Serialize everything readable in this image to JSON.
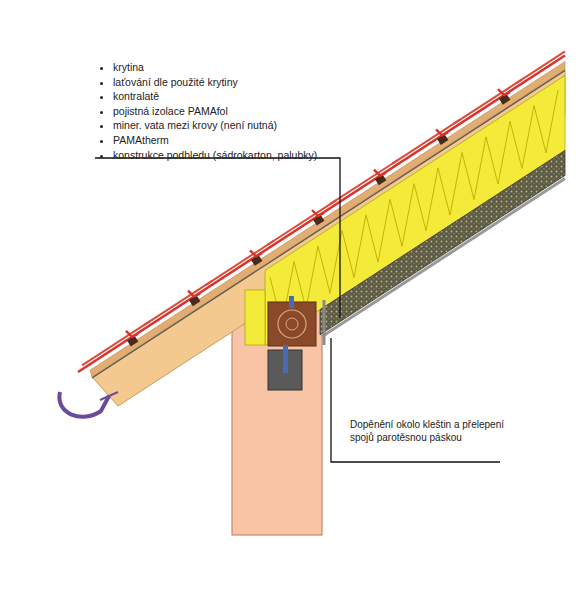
{
  "diagram": {
    "labels": [
      "krytina",
      "laťování dle použité krytiny",
      "kontralatě",
      "pojistná izolace PAMAfol",
      "miner. vata mezi krovy (není nutná)",
      "PAMAtherm",
      "konstrukce podhledu (sádrokarton, palubky)",
      "Dopěnění okolo kleštin a přelepení spojů parotěsnou páskou"
    ]
  }
}
